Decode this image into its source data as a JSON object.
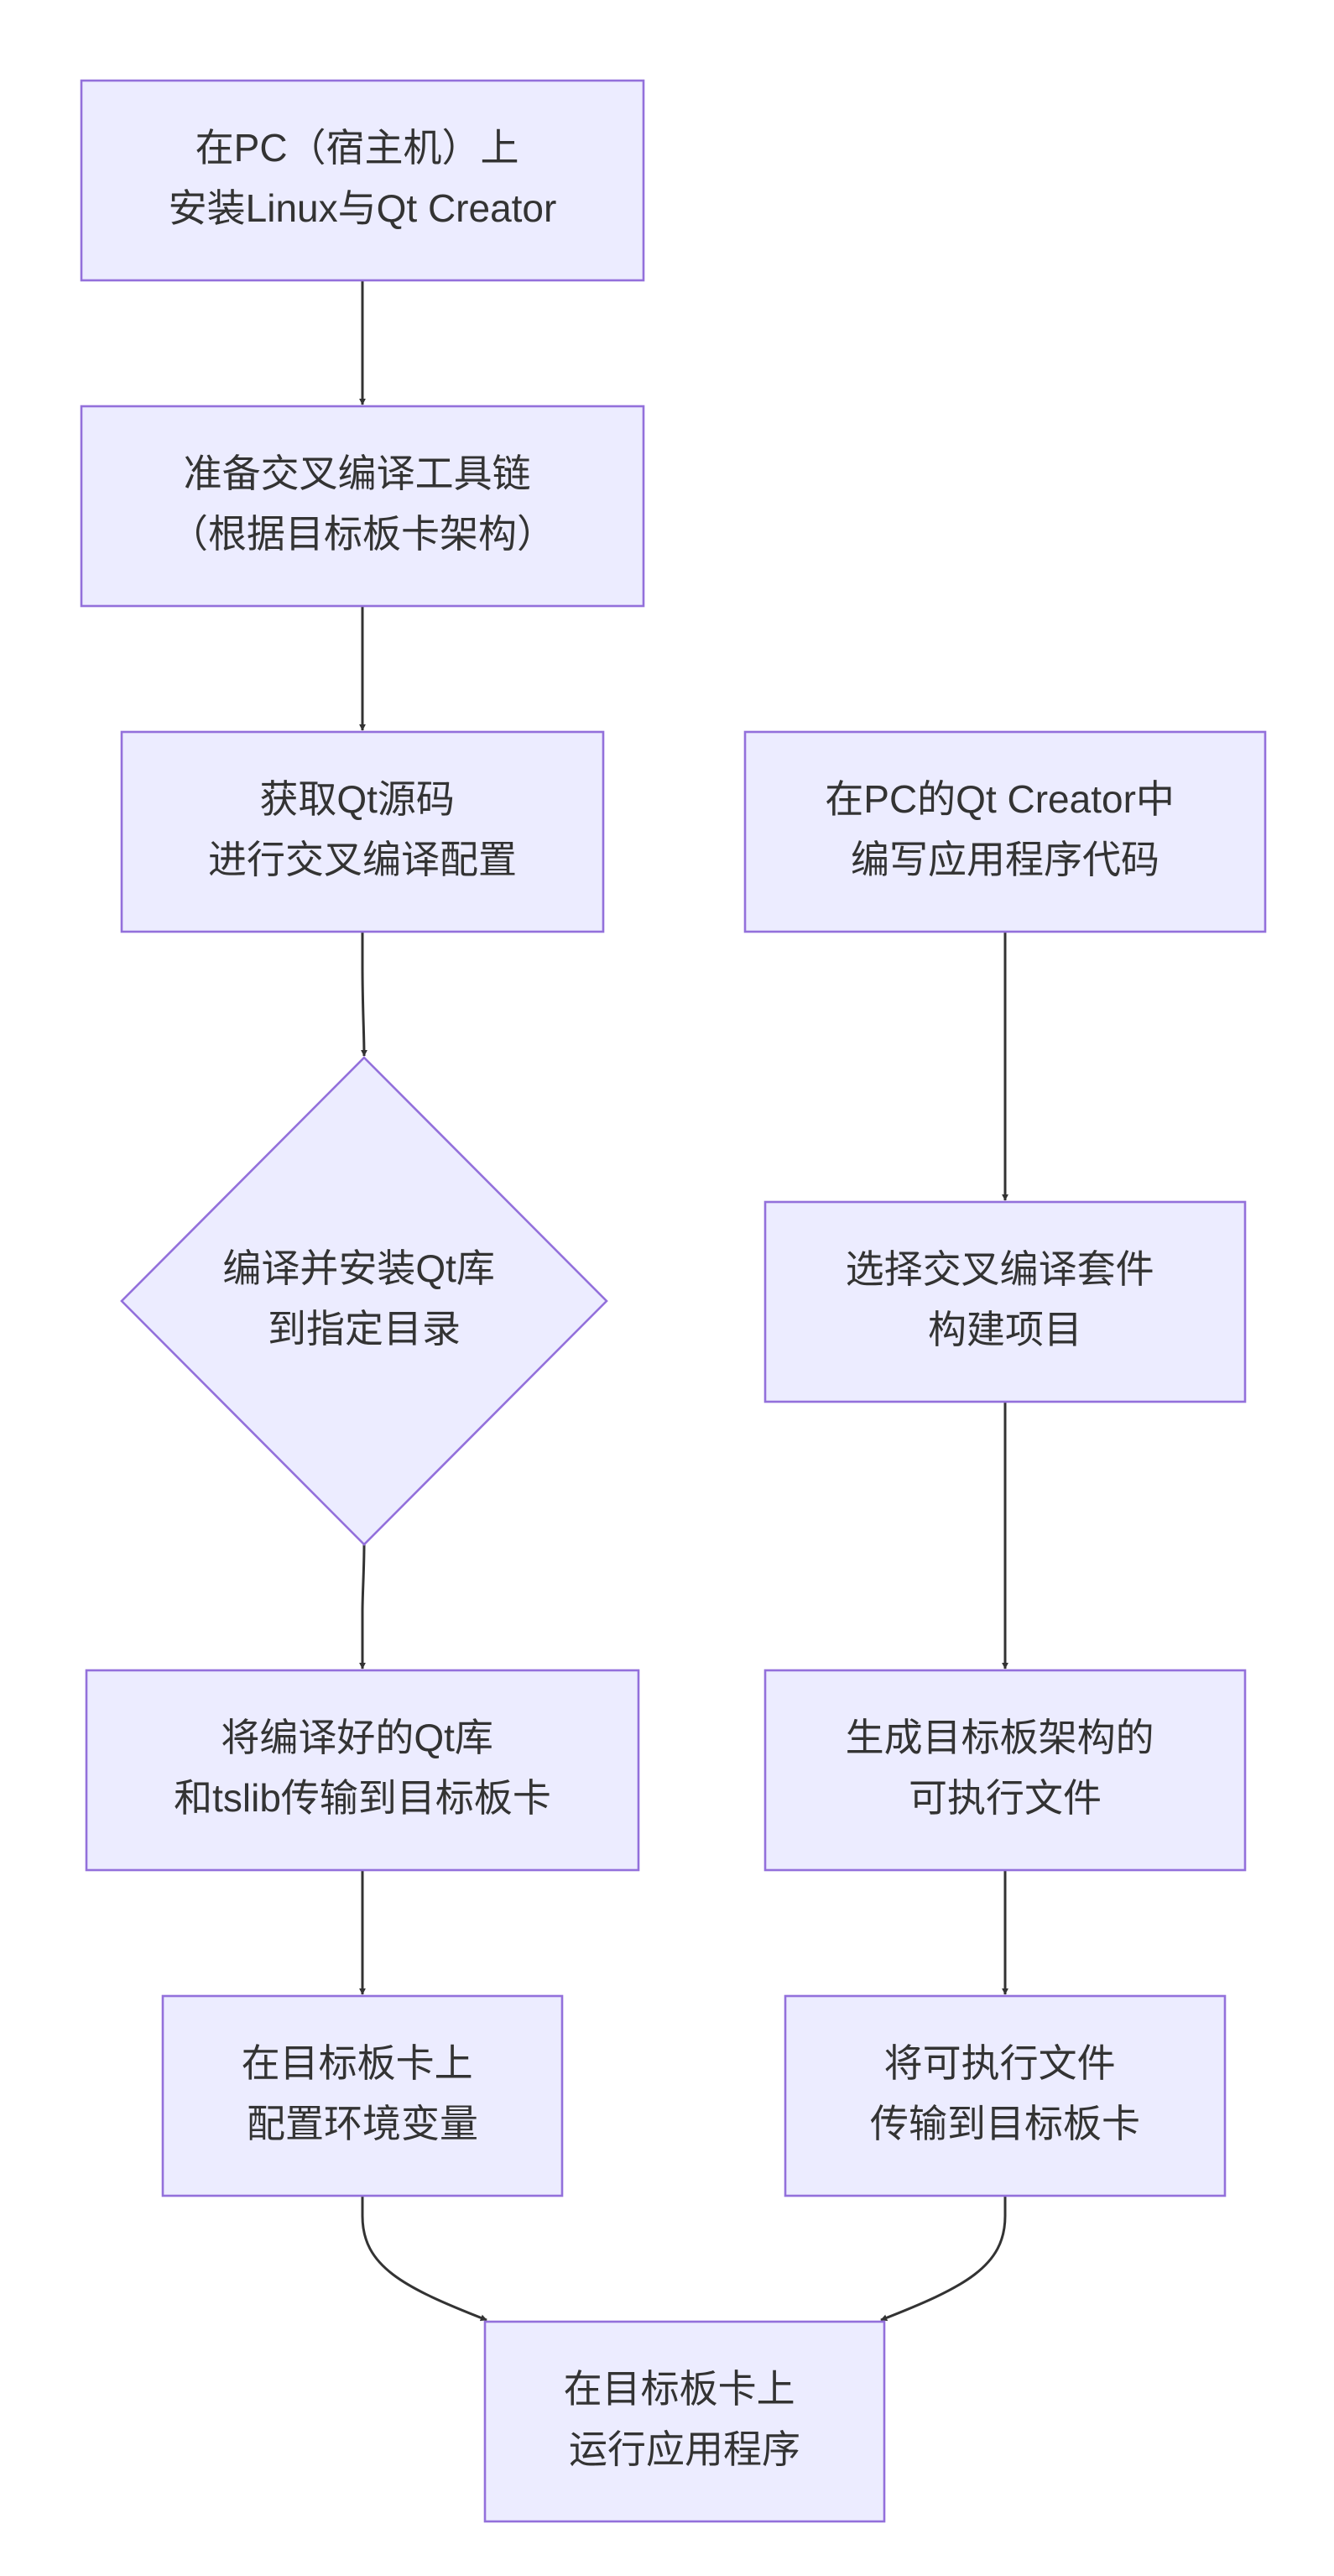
{
  "nodes": {
    "n1": {
      "lines": [
        "在PC（宿主机）上",
        "安装Linux与Qt Creator"
      ]
    },
    "n2": {
      "lines": [
        "准备交叉编译工具链",
        "（根据目标板卡架构）"
      ]
    },
    "n3": {
      "lines": [
        "获取Qt源码",
        "进行交叉编译配置"
      ]
    },
    "n4": {
      "lines": [
        "编译并安装Qt库",
        "到指定目录"
      ]
    },
    "n5": {
      "lines": [
        "将编译好的Qt库",
        "和tslib传输到目标板卡"
      ]
    },
    "n6": {
      "lines": [
        "在目标板卡上",
        "配置环境变量"
      ]
    },
    "n7": {
      "lines": [
        "在PC的Qt Creator中",
        "编写应用程序代码"
      ]
    },
    "n8": {
      "lines": [
        "选择交叉编译套件",
        "构建项目"
      ]
    },
    "n9": {
      "lines": [
        "生成目标板架构的",
        "可执行文件"
      ]
    },
    "n10": {
      "lines": [
        "将可执行文件",
        "传输到目标板卡"
      ]
    },
    "n11": {
      "lines": [
        "在目标板卡上",
        "运行应用程序"
      ]
    }
  },
  "edges": [
    {
      "from": "n1",
      "to": "n2"
    },
    {
      "from": "n2",
      "to": "n3"
    },
    {
      "from": "n3",
      "to": "n4"
    },
    {
      "from": "n4",
      "to": "n5"
    },
    {
      "from": "n5",
      "to": "n6"
    },
    {
      "from": "n6",
      "to": "n11"
    },
    {
      "from": "n7",
      "to": "n8"
    },
    {
      "from": "n8",
      "to": "n9"
    },
    {
      "from": "n9",
      "to": "n10"
    },
    {
      "from": "n10",
      "to": "n11"
    }
  ],
  "colors": {
    "node_fill": "#ECECFF",
    "node_stroke": "#9370DB",
    "edge": "#333333",
    "text": "#333333"
  }
}
